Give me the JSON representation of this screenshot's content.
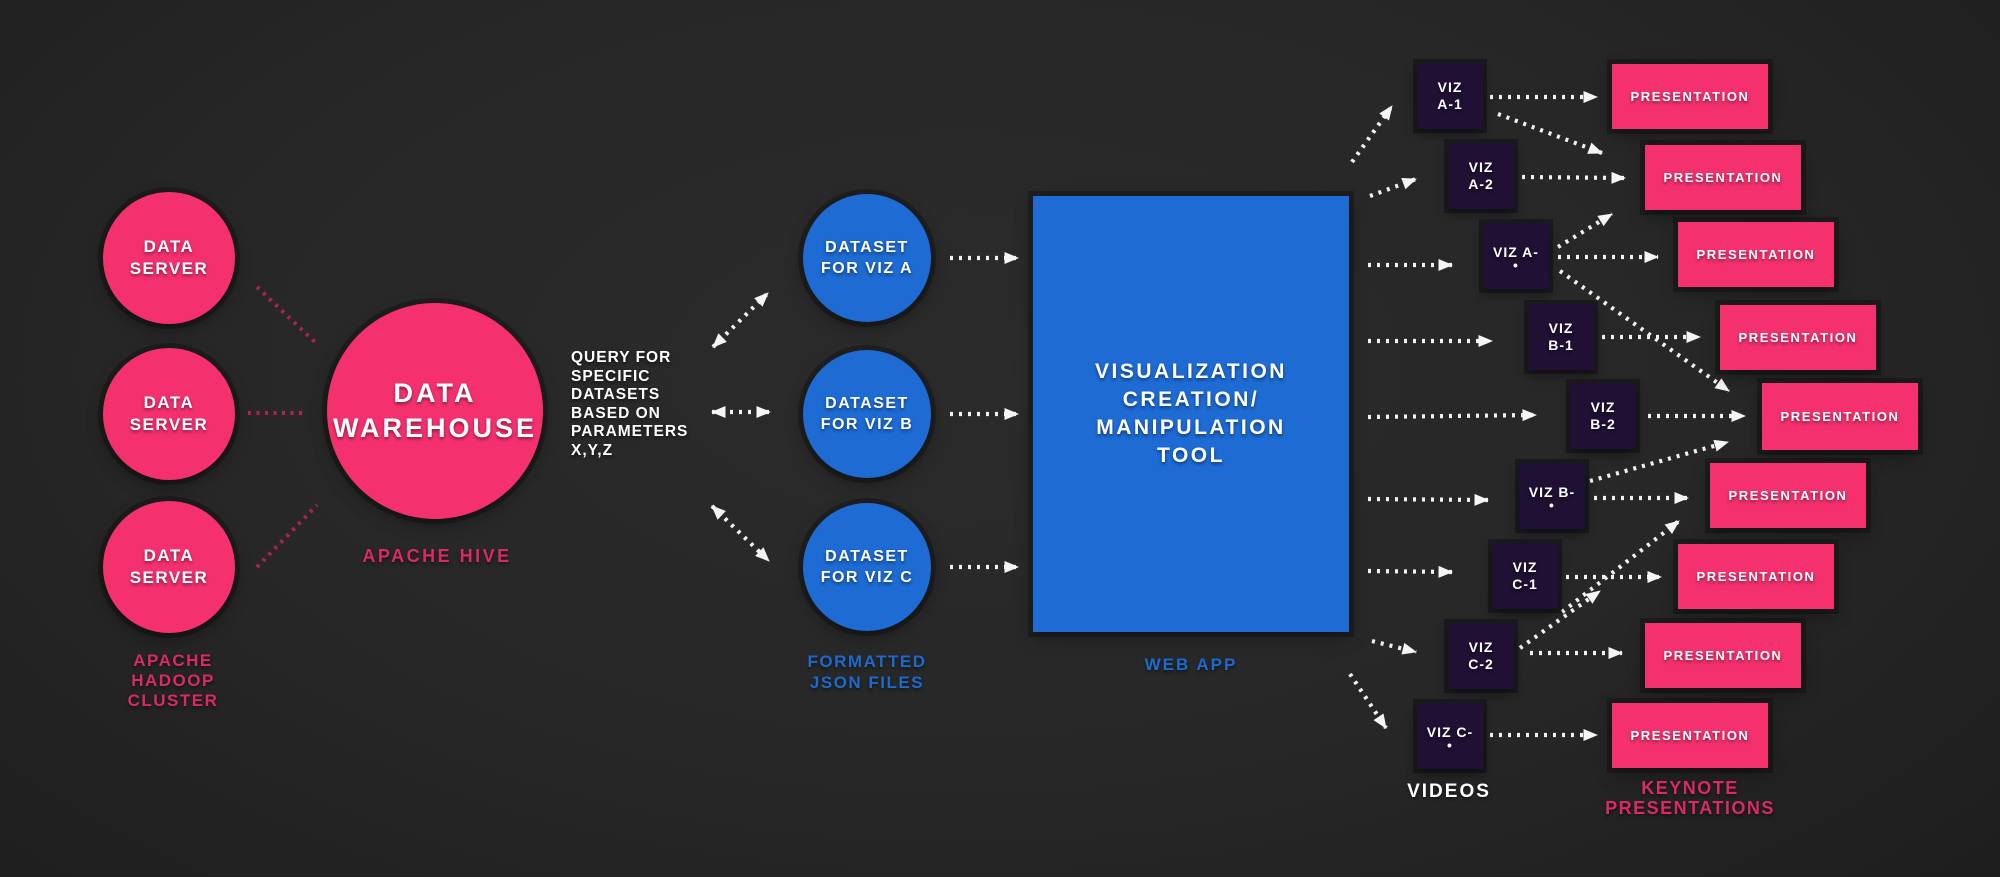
{
  "palette": {
    "bg": "#262626",
    "pink": "#f4316e",
    "label-pink": "#da2a63",
    "line-pink": "#b0224e",
    "blue": "#1d6bd3",
    "label-blue": "#1c6ace",
    "viz-box": "#1f1034",
    "text-white": "#ffffff"
  },
  "hadoop": {
    "server_label": [
      "DATA",
      "SERVER"
    ],
    "caption": [
      "APACHE",
      "HADOOP",
      "CLUSTER"
    ]
  },
  "warehouse": {
    "label": [
      "DATA",
      "WAREHOUSE"
    ],
    "caption": "APACHE HIVE"
  },
  "query_note": [
    "QUERY FOR",
    "SPECIFIC",
    "DATASETS",
    "BASED ON",
    "PARAMETERS",
    "X,Y,Z"
  ],
  "datasets": {
    "a": [
      "DATASET",
      "FOR VIZ A"
    ],
    "b": [
      "DATASET",
      "FOR VIZ B"
    ],
    "c": [
      "DATASET",
      "FOR VIZ C"
    ],
    "caption": [
      "FORMATTED",
      "JSON FILES"
    ]
  },
  "tool": {
    "label": [
      "VISUALIZATION",
      "CREATION/",
      "MANIPULATION",
      "TOOL"
    ],
    "caption": "WEB APP"
  },
  "viz": {
    "a1": [
      "VIZ",
      "A-1"
    ],
    "a2": [
      "VIZ",
      "A-2"
    ],
    "adot": [
      "VIZ A-",
      "•"
    ],
    "b1": [
      "VIZ",
      "B-1"
    ],
    "b2": [
      "VIZ",
      "B-2"
    ],
    "bdot": [
      "VIZ B-",
      "•"
    ],
    "c1": [
      "VIZ",
      "C-1"
    ],
    "c2": [
      "VIZ",
      "C-2"
    ],
    "cdot": [
      "VIZ C-",
      "•"
    ],
    "caption": "VIDEOS"
  },
  "presentations": {
    "label": "PRESENTATION",
    "caption": [
      "KEYNOTE",
      "PRESENTATIONS"
    ]
  }
}
